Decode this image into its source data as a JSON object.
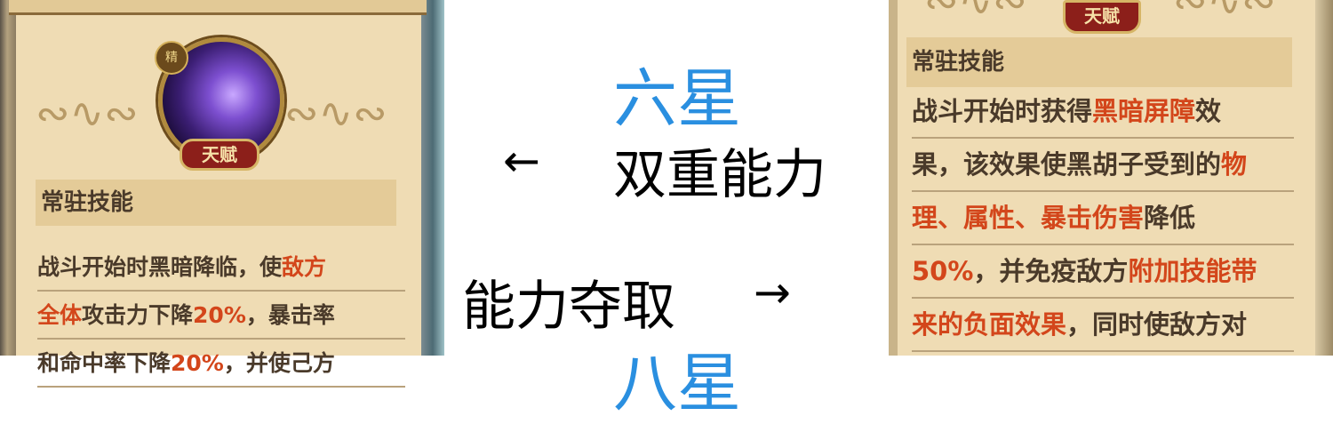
{
  "center": {
    "six_star": "六星",
    "dual_ability": "双重能力",
    "ability_steal": "能力夺取",
    "bottom_partial": "八星",
    "arrow_left": "←",
    "arrow_right": "→"
  },
  "left_card": {
    "rank_mark": "精",
    "talent_badge": "天赋",
    "section_title": "常驻技能",
    "lines": [
      [
        {
          "t": "战斗开始时黑暗降临，使",
          "h": false
        },
        {
          "t": "敌方",
          "h": true
        }
      ],
      [
        {
          "t": "全体",
          "h": true
        },
        {
          "t": "攻击力下降",
          "h": false
        },
        {
          "t": "20%",
          "h": true
        },
        {
          "t": "，暴击率",
          "h": false
        }
      ],
      [
        {
          "t": "和命中率下降",
          "h": false
        },
        {
          "t": "20%",
          "h": true
        },
        {
          "t": "，并使己方",
          "h": false
        }
      ]
    ]
  },
  "right_card": {
    "talent_badge": "天赋",
    "section_title": "常驻技能",
    "lines": [
      [
        {
          "t": "战斗开始时获得",
          "h": false
        },
        {
          "t": "黑暗屏障",
          "h": true
        },
        {
          "t": "效",
          "h": false
        }
      ],
      [
        {
          "t": "果，该效果使黑胡子受到的",
          "h": false
        },
        {
          "t": "物",
          "h": true
        }
      ],
      [
        {
          "t": "理、属性、暴击伤害",
          "h": true
        },
        {
          "t": "降低",
          "h": false
        }
      ],
      [
        {
          "t": "50%",
          "h": true
        },
        {
          "t": "，并免疫敌方",
          "h": false
        },
        {
          "t": "附加技能带",
          "h": true
        }
      ],
      [
        {
          "t": "来的负面效果",
          "h": true
        },
        {
          "t": "，同时使敌方对",
          "h": false
        }
      ]
    ]
  },
  "colors": {
    "highlight": "#d3461b",
    "accent_blue": "#2a8fe0",
    "parchment": "#efdcb4",
    "badge_red": "#8c1f1a"
  }
}
